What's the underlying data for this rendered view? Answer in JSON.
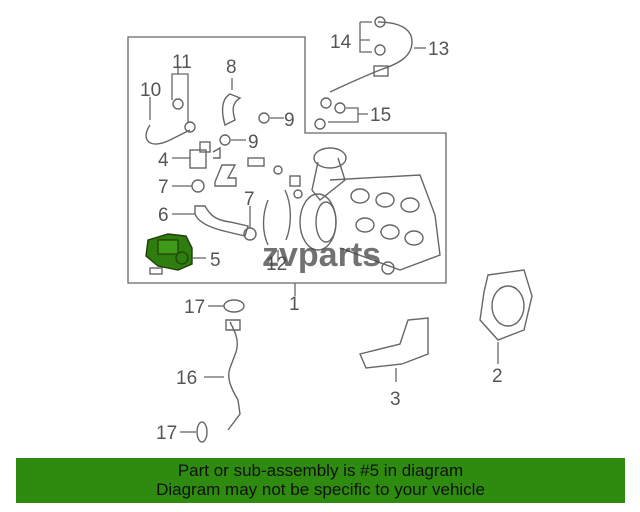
{
  "diagram": {
    "callouts": [
      "14",
      "13",
      "11",
      "8",
      "10",
      "9",
      "9",
      "15",
      "4",
      "7",
      "7",
      "6",
      "5",
      "12",
      "1",
      "17",
      "16",
      "17",
      "3",
      "2"
    ],
    "highlighted_part": "5",
    "watermark": "zvparts",
    "highlight_color": "#2e7d0e"
  },
  "banner": {
    "line1": "Part or sub-assembly is #5 in diagram",
    "line2": "Diagram may not be specific to your vehicle",
    "color": "#2e8b0f"
  }
}
